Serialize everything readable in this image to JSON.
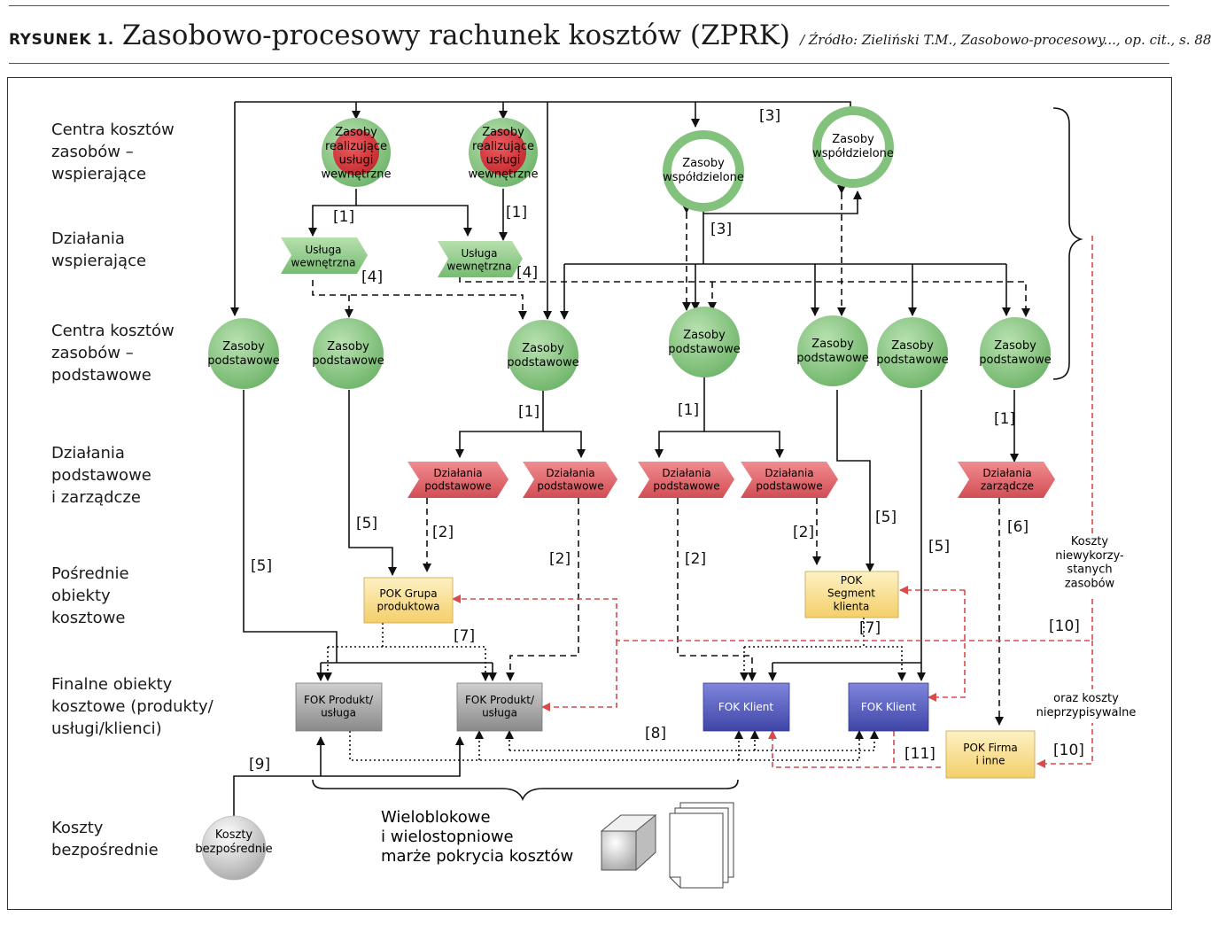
{
  "figure": {
    "label": "RYSUNEK 1.",
    "title": "Zasobowo-procesowy rachunek kosztów (ZPRK)",
    "source": "/ Źródło: Zieliński T.M., Zasobowo-procesowy..., op. cit., s. 88"
  },
  "row_labels": [
    "Centra kosztów\nzasobów –\nwspierające",
    "Działania\nwspierające",
    "Centra kosztów\nzasobów –\npodstawowe",
    "Działania\npodstawowe\ni zarządcze",
    "Pośrednie\nobiekty\nkosztowe",
    "Finalne obiekty\nkosztowe (produkty/\nusługi/klienci)",
    "Koszty\nbezpośrednie"
  ],
  "nodes": {
    "support_internal": [
      "Zasoby\nrealizujące\nusługi\nwewnętrzne",
      "Zasoby\nrealizujące\nusługi\nwewnętrzne"
    ],
    "support_shared": [
      "Zasoby\nwspółdzielone",
      "Zasoby\nwspółdzielone"
    ],
    "support_activities": [
      "Usługa\nwewnętrzna",
      "Usługa\nwewnętrzna"
    ],
    "basic_resources": [
      "Zasoby\npodstawowe",
      "Zasoby\npodstawowe",
      "Zasoby\npodstawowe",
      "Zasoby\npodstawowe",
      "Zasoby\npodstawowe",
      "Zasoby\npodstawowe",
      "Zasoby\npodstawowe"
    ],
    "basic_activities": [
      "Działania\npodstawowe",
      "Działania\npodstawowe",
      "Działania\npodstawowe",
      "Działania\npodstawowe",
      "Działania\nzarządcze"
    ],
    "intermediate": [
      "POK Grupa\nproduktowa",
      "POK\nSegment\nklienta"
    ],
    "final": [
      "FOK Produkt/\nusługa",
      "FOK Produkt/\nusługa",
      "FOK Klient",
      "FOK Klient"
    ],
    "company": "POK Firma\ni inne",
    "direct": "Koszty\nbezpośrednie"
  },
  "edge_labels": {
    "l1": "[1]",
    "l2": "[2]",
    "l3": "[3]",
    "l4": "[4]",
    "l5": "[5]",
    "l6": "[6]",
    "l7": "[7]",
    "l8": "[8]",
    "l9": "[9]",
    "l10": "[10]",
    "l11": "[11]"
  },
  "annotations": {
    "unused": "Koszty\nniewykorzy-\nstanych\nzasobów",
    "unassignable": "oraz koszty\nnieprzypisywalne",
    "margins": "Wieloblokowe\ni wielostopniowe\nmarże pokrycia kosztów"
  },
  "colors": {
    "green": "#8fc98a",
    "red": "#d5363c",
    "pink": "#e0757a",
    "yellow": "#fbe39a",
    "gray": "#a8a8a8",
    "blue": "#5a5fbf",
    "arrow_red": "#d94a4a"
  }
}
